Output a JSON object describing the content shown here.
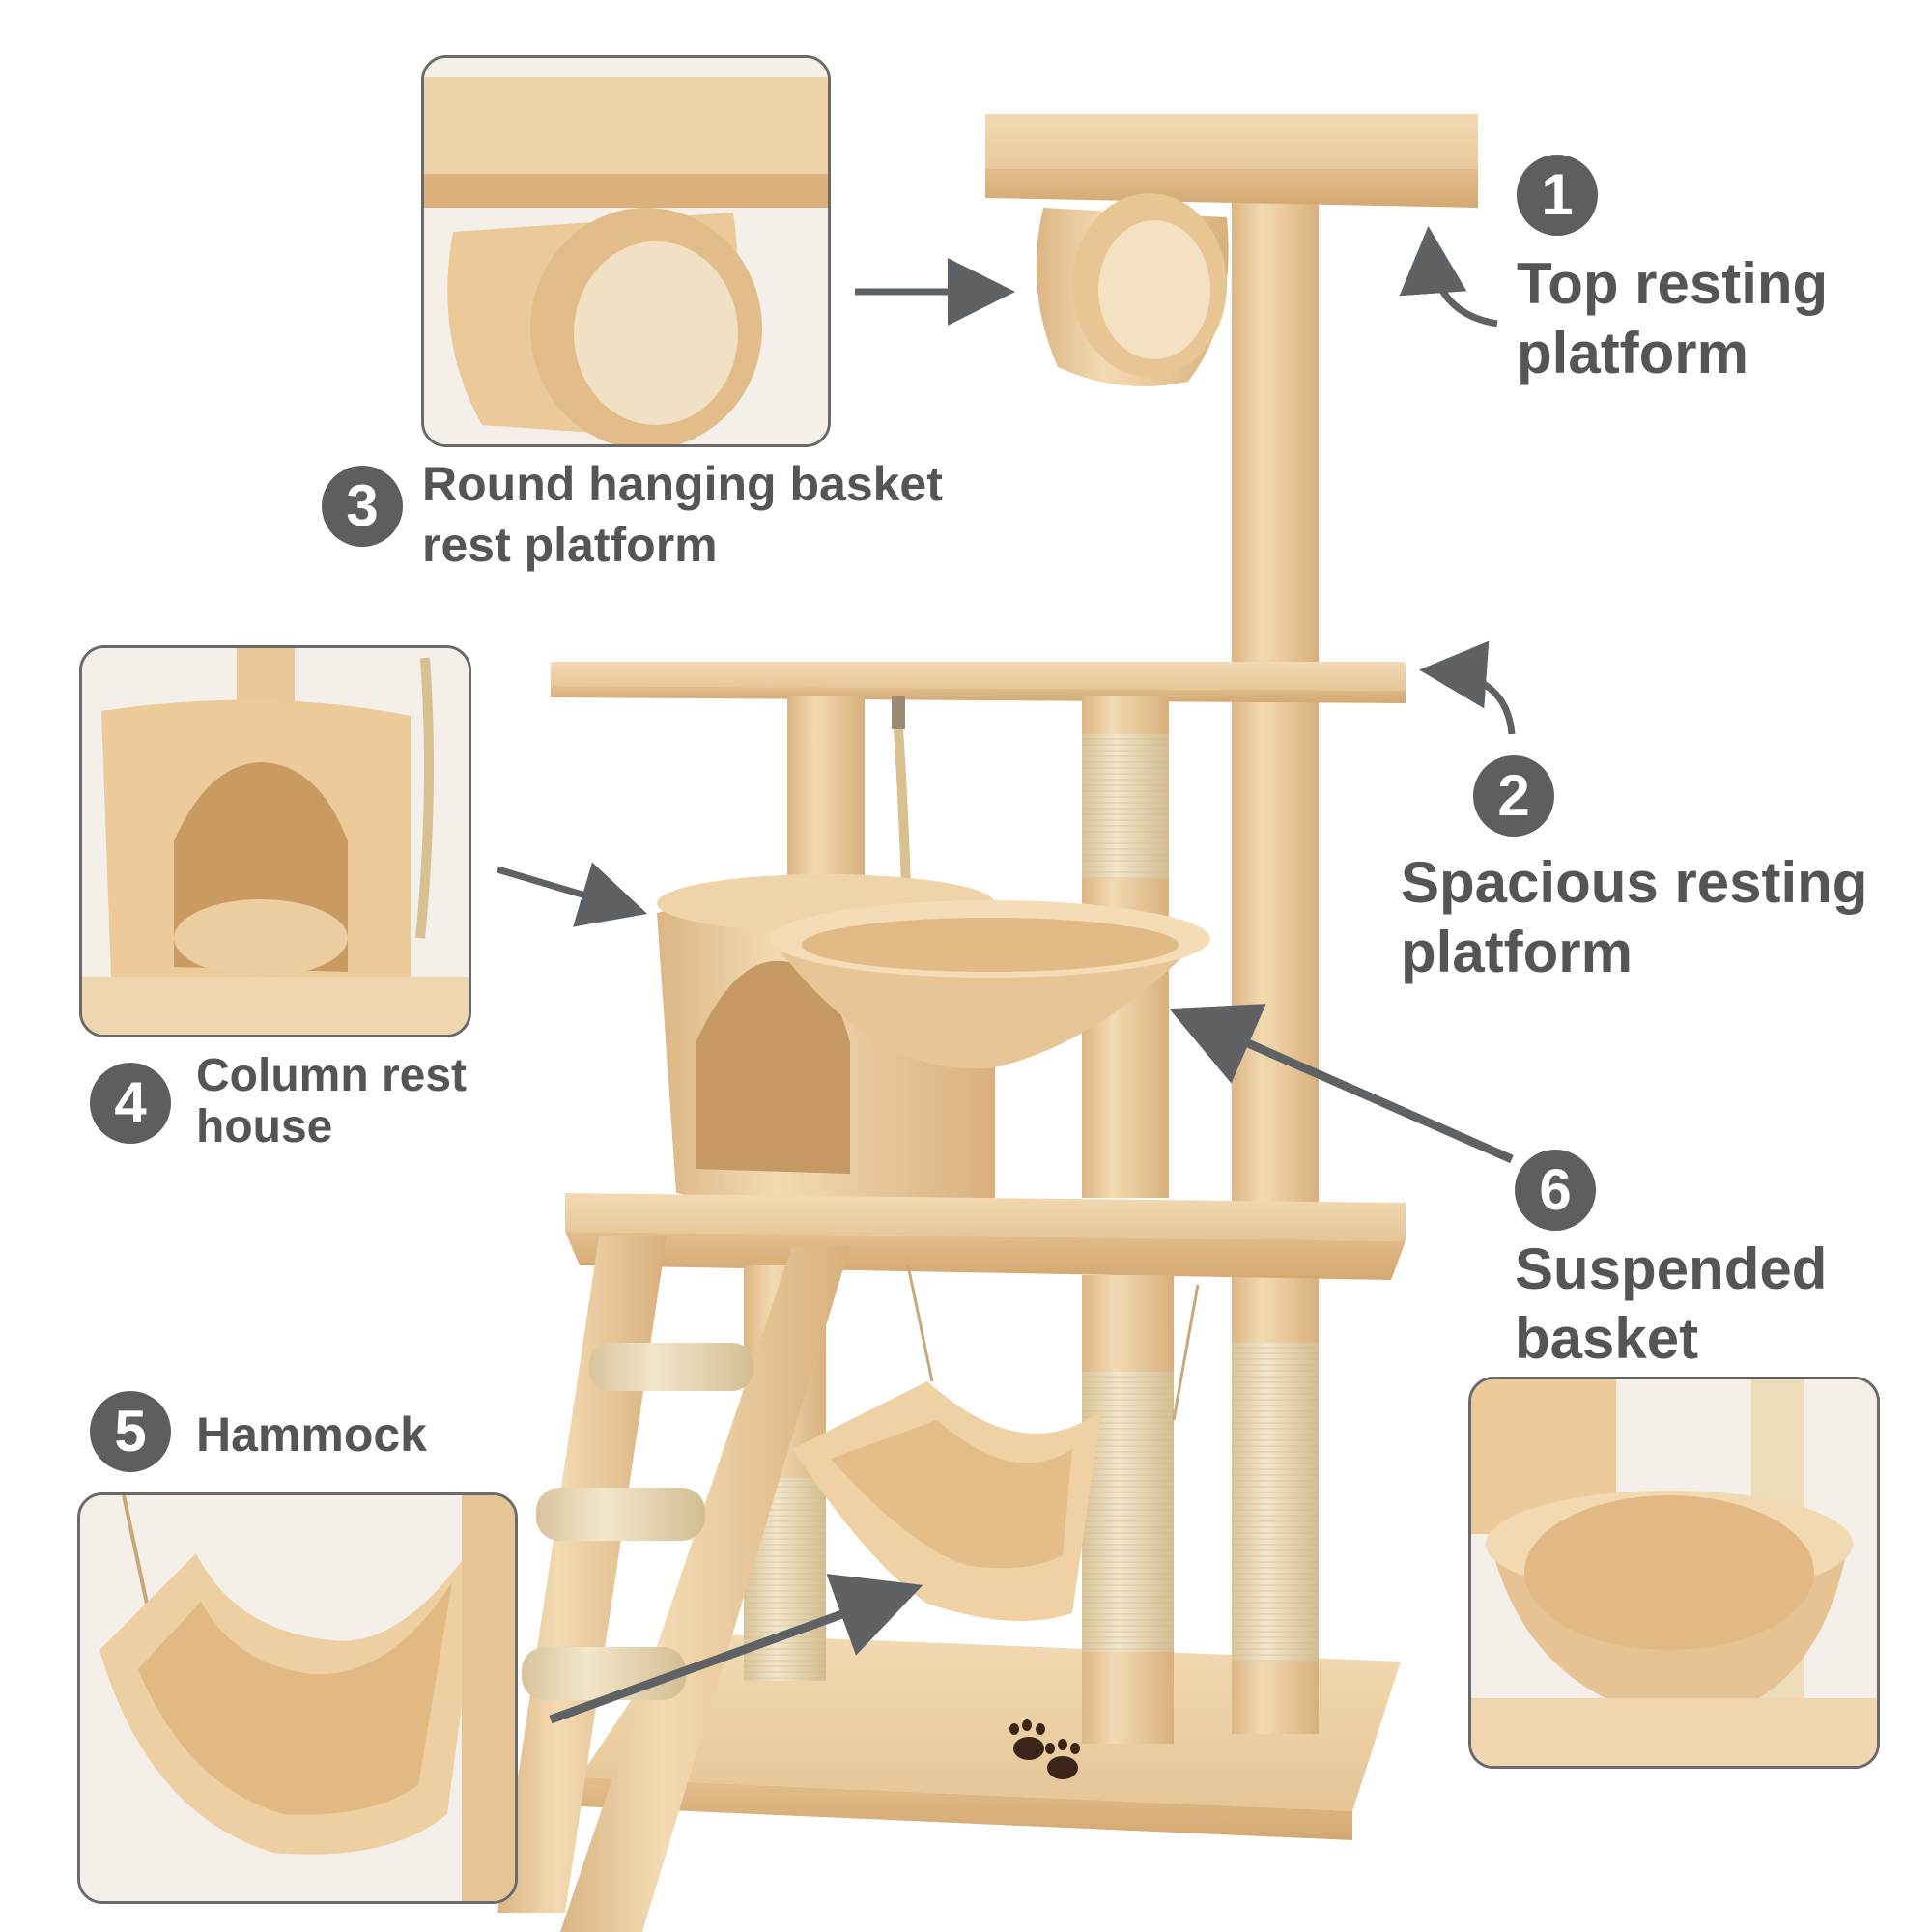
{
  "colors": {
    "plush_light": "#f1d7ad",
    "plush_mid": "#e9c798",
    "plush_dark": "#d8af7a",
    "sisal": "#ecdcb8",
    "arrow": "#5f6264",
    "badge_bg": "#5e5e5e",
    "label_text": "#555555",
    "inset_border": "#6a6a6a"
  },
  "features": [
    {
      "number": "1",
      "line1": "Top resting",
      "line2": "platform"
    },
    {
      "number": "2",
      "line1": "Spacious resting",
      "line2": "platform"
    },
    {
      "number": "3",
      "line1": "Round hanging basket",
      "line2": "rest platform"
    },
    {
      "number": "4",
      "line1": "Column rest",
      "line2": "house"
    },
    {
      "number": "5",
      "line1": "Hammock",
      "line2": ""
    },
    {
      "number": "6",
      "line1": "Suspended",
      "line2": "basket"
    }
  ]
}
